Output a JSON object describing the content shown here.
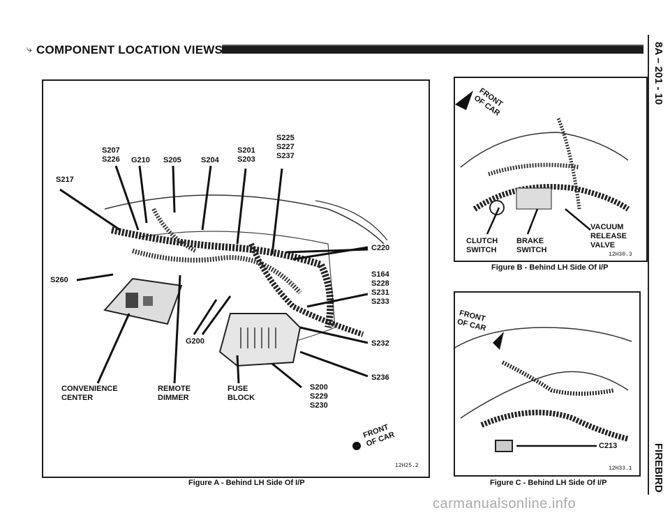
{
  "header": {
    "bullet": "⤷",
    "title": "COMPONENT LOCATION VIEWS",
    "page_code": "8A – 201 - 10",
    "vehicle": "FIREBIRD"
  },
  "figure_a": {
    "caption": "Figure A - Behind LH Side Of I/P",
    "code": "12H25.2",
    "front_label": "FRONT\nOF CAR",
    "labels": {
      "s207_s226": "S207\nS226",
      "g210": "G210",
      "s205": "S205",
      "s204": "S204",
      "s201_s203": "S201\nS203",
      "s225_s227_s237": "S225\nS227\nS237",
      "s217": "S217",
      "s260": "S260",
      "c220": "C220",
      "s164_group": "S164\nS228\nS231\nS233",
      "g200": "G200",
      "s232": "S232",
      "s236": "S236",
      "s200_group": "S200\nS229\nS230",
      "convenience_center": "CONVENIENCE\nCENTER",
      "remote_dimmer": "REMOTE\nDIMMER",
      "fuse_block": "FUSE\nBLOCK"
    }
  },
  "figure_b": {
    "caption": "Figure B - Behind LH Side Of I/P",
    "code": "12H30.3",
    "front_label": "FRONT\nOF CAR",
    "labels": {
      "clutch_switch": "CLUTCH\nSWITCH",
      "brake_switch": "BRAKE\nSWITCH",
      "vacuum_valve": "VACUUM\nRELEASE\nVALVE"
    }
  },
  "figure_c": {
    "caption": "Figure C - Behind LH Side Of I/P",
    "code": "12H33.1",
    "front_label": "FRONT\nOF CAR",
    "labels": {
      "c213": "C213"
    }
  },
  "watermark": "carmanualsonline.info"
}
